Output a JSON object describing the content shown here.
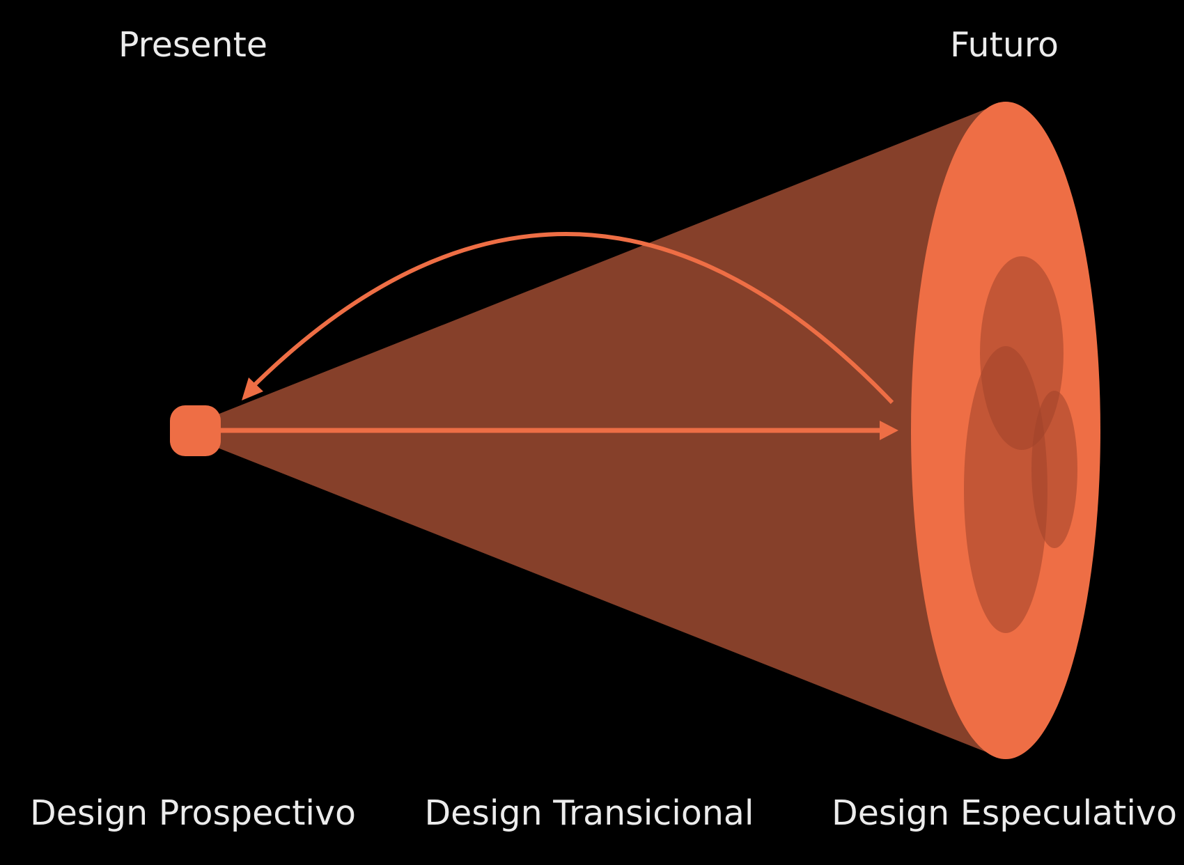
{
  "labels": {
    "top_left": "Presente",
    "top_right": "Futuro",
    "bottom_left": "Design Prospectivo",
    "bottom_center": "Design Transicional",
    "bottom_right": "Design Especulativo"
  },
  "colors": {
    "background": "#000000",
    "accent": "#ee6e45",
    "cone_body": "#86402a",
    "inner_ellipse": "#b0502f",
    "text": "#ececec"
  },
  "diagram": {
    "origin_node": "present-point",
    "cone": "futures-cone",
    "arrows": [
      {
        "name": "present-to-future-arrow",
        "direction": "right"
      },
      {
        "name": "future-to-present-arrow",
        "direction": "curved-left"
      }
    ],
    "future_scenarios": 3
  }
}
